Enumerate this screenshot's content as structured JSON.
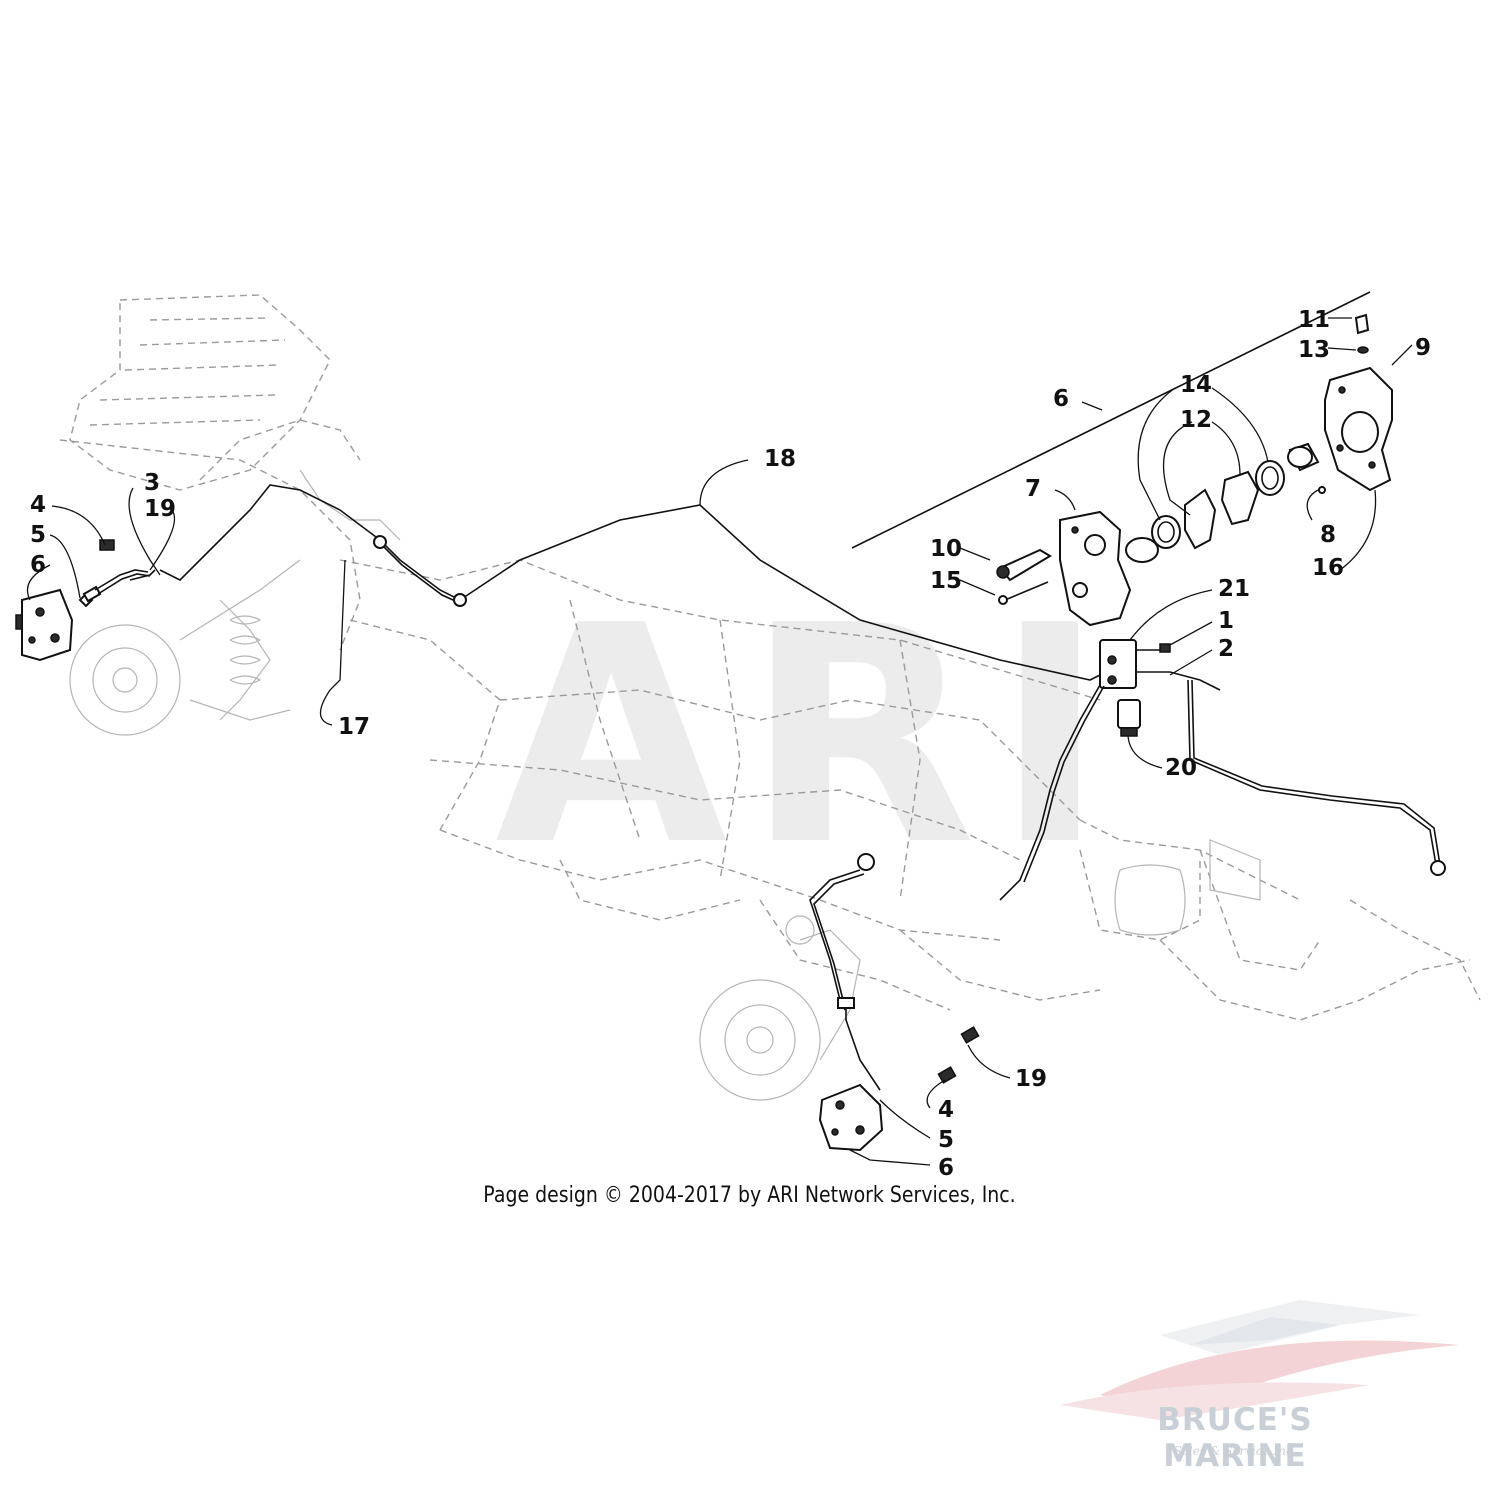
{
  "diagram": {
    "watermark": "ARI",
    "callouts": {
      "c11": "11",
      "c13": "13",
      "c9": "9",
      "c14": "14",
      "c12": "12",
      "c6_top": "6",
      "c7": "7",
      "c10": "10",
      "c15": "15",
      "c8": "8",
      "c16": "16",
      "c21": "21",
      "c1": "1",
      "c2": "2",
      "c20": "20",
      "c18": "18",
      "c17": "17",
      "c3": "3",
      "c19_left": "19",
      "c4_left": "4",
      "c5_left": "5",
      "c6_left": "6",
      "c19_right": "19",
      "c4_bottom": "4",
      "c5_bottom": "5",
      "c6_bottom": "6"
    }
  },
  "footer": {
    "copyright": "Page design © 2004-2017 by ARI Network Services, Inc."
  },
  "dealer": {
    "name": "BRUCE'S MARINE",
    "tagline": "Sales & Service Inc.",
    "accent_color": "#e8a3a8"
  }
}
